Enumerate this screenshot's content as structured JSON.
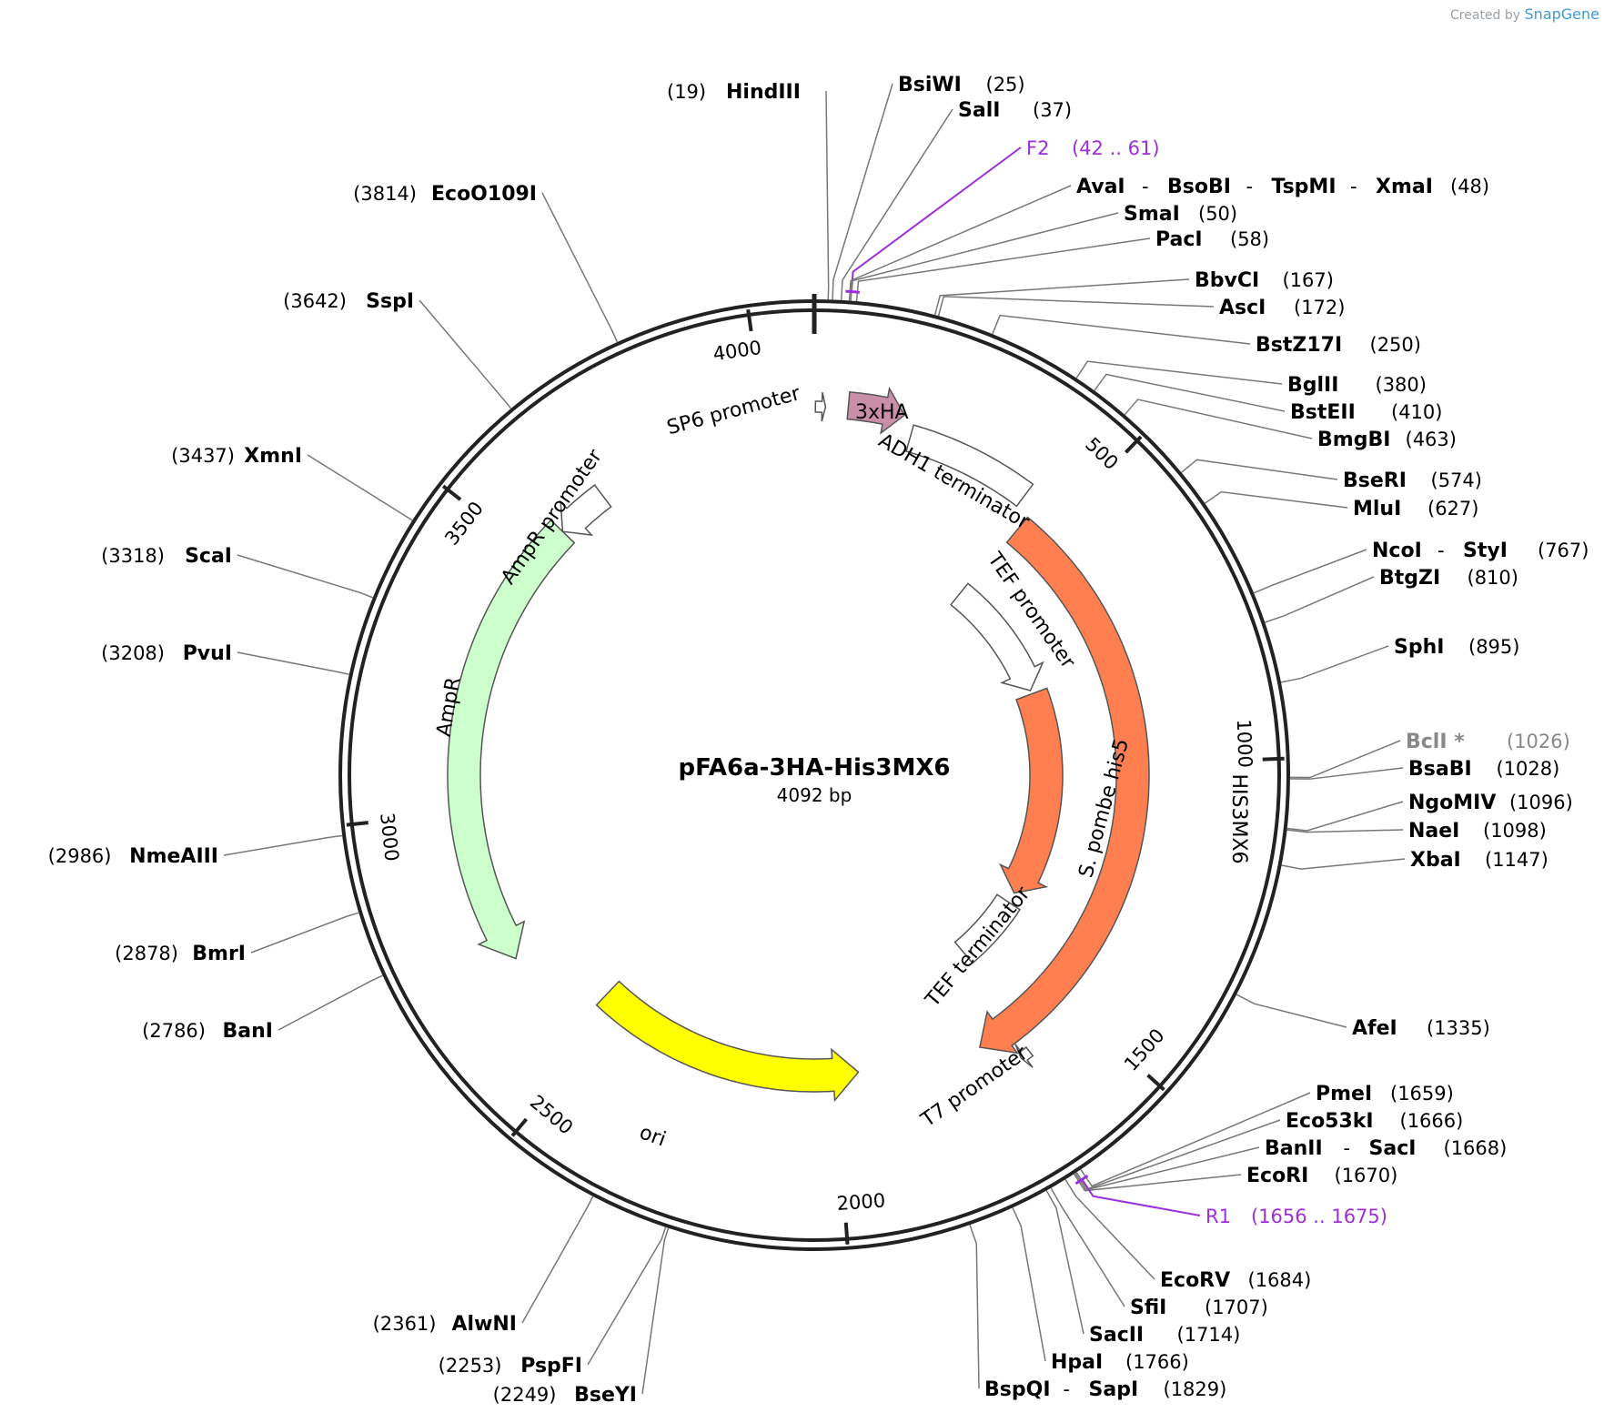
{
  "credit": {
    "prefix": "Created by",
    "brand": "SnapGene"
  },
  "plasmid": {
    "name": "pFA6a-3HA-His3MX6",
    "length_label": "4092 bp",
    "length": 4092
  },
  "colors": {
    "his3mx6": "#ff7f50",
    "his5": "#ff7f50",
    "ha": "#c98fa9",
    "ampr": "#ccffcc",
    "ori": "#ffff00",
    "primer": "#9b30d9",
    "outline": "#555555",
    "backbone": "#222222"
  },
  "ticks": [
    {
      "pos": 500,
      "label": "500"
    },
    {
      "pos": 1000,
      "label": "1000"
    },
    {
      "pos": 1500,
      "label": "1500"
    },
    {
      "pos": 2000,
      "label": "2000"
    },
    {
      "pos": 2500,
      "label": "2500"
    },
    {
      "pos": 3000,
      "label": "3000"
    },
    {
      "pos": 3500,
      "label": "3500"
    },
    {
      "pos": 4000,
      "label": "4000"
    }
  ],
  "features": [
    {
      "label": "SP6 promoter",
      "start": 2,
      "end": 20,
      "dir": 1,
      "color": "#ffffff",
      "r": 405,
      "w": 12
    },
    {
      "label": "3xHA",
      "start": 60,
      "end": 160,
      "dir": 1,
      "color": "#c98fa9",
      "r": 408,
      "w": 30
    },
    {
      "label": "ADH1 terminator",
      "start": 180,
      "end": 420,
      "dir": 0,
      "color": "#ffffff",
      "r": 385,
      "w": 30
    },
    {
      "label": "HIS3MX6",
      "start": 450,
      "end": 1690,
      "dir": 1,
      "color": "#ff7f50",
      "r": 350,
      "w": 36
    },
    {
      "label": "TEF promoter",
      "start": 440,
      "end": 780,
      "dir": 1,
      "color": "#ffffff",
      "r": 255,
      "w": 30
    },
    {
      "label": "S. pombe his5",
      "start": 790,
      "end": 1370,
      "dir": 1,
      "color": "#ff7f50",
      "r": 255,
      "w": 36
    },
    {
      "label": "TEF terminator",
      "start": 1400,
      "end": 1590,
      "dir": 0,
      "color": "#ffffff",
      "r": 255,
      "w": 30
    },
    {
      "label": "T7 promoter",
      "start": 1615,
      "end": 1635,
      "dir": 1,
      "color": "#ffffff",
      "r": 385,
      "w": 12
    },
    {
      "label": "ori",
      "start": 1950,
      "end": 2540,
      "dir": -1,
      "color": "#ffff00",
      "r": 330,
      "w": 36
    },
    {
      "label": "AmpR",
      "start": 2710,
      "end": 3570,
      "dir": -1,
      "color": "#ccffcc",
      "r": 385,
      "w": 36
    },
    {
      "label": "AmpR promoter",
      "start": 3570,
      "end": 3670,
      "dir": -1,
      "color": "#ffffff",
      "r": 385,
      "w": 30
    }
  ],
  "primers": [
    {
      "name": "F2",
      "range": "(42 .. 61)"
    },
    {
      "name": "R1",
      "range": "(1656 .. 1675)"
    }
  ],
  "right_labels": [
    {
      "names": [
        "BsiWI"
      ],
      "pos_text": "(25)",
      "pos": 25
    },
    {
      "names": [
        "SalI"
      ],
      "pos_text": "(37)",
      "pos": 37
    },
    {
      "names": [
        "F2"
      ],
      "pos_text": "(42 .. 61)",
      "pos": 50,
      "primer": true
    },
    {
      "names": [
        "AvaI",
        "BsoBI",
        "TspMI",
        "XmaI"
      ],
      "pos_text": "(48)",
      "pos": 48
    },
    {
      "names": [
        "SmaI"
      ],
      "pos_text": "(50)",
      "pos": 50
    },
    {
      "names": [
        "PacI"
      ],
      "pos_text": "(58)",
      "pos": 58
    },
    {
      "names": [
        "BbvCI"
      ],
      "pos_text": "(167)",
      "pos": 167
    },
    {
      "names": [
        "AscI"
      ],
      "pos_text": "(172)",
      "pos": 172
    },
    {
      "names": [
        "BstZ17I"
      ],
      "pos_text": "(250)",
      "pos": 250
    },
    {
      "names": [
        "BglII"
      ],
      "pos_text": "(380)",
      "pos": 380
    },
    {
      "names": [
        "BstEII"
      ],
      "pos_text": "(410)",
      "pos": 410
    },
    {
      "names": [
        "BmgBI"
      ],
      "pos_text": "(463)",
      "pos": 463
    },
    {
      "names": [
        "BseRI"
      ],
      "pos_text": "(574)",
      "pos": 574
    },
    {
      "names": [
        "MluI"
      ],
      "pos_text": "(627)",
      "pos": 627
    },
    {
      "names": [
        "NcoI",
        "StyI"
      ],
      "pos_text": "(767)",
      "pos": 767
    },
    {
      "names": [
        "BtgZI"
      ],
      "pos_text": "(810)",
      "pos": 810
    },
    {
      "names": [
        "SphI"
      ],
      "pos_text": "(895)",
      "pos": 895
    },
    {
      "names": [
        "BclI *"
      ],
      "pos_text": "(1026)",
      "pos": 1026,
      "gray": true
    },
    {
      "names": [
        "BsaBI"
      ],
      "pos_text": "(1028)",
      "pos": 1028
    },
    {
      "names": [
        "NgoMIV"
      ],
      "pos_text": "(1096)",
      "pos": 1096
    },
    {
      "names": [
        "NaeI"
      ],
      "pos_text": "(1098)",
      "pos": 1098
    },
    {
      "names": [
        "XbaI"
      ],
      "pos_text": "(1147)",
      "pos": 1147
    },
    {
      "names": [
        "AfeI"
      ],
      "pos_text": "(1335)",
      "pos": 1335
    },
    {
      "names": [
        "PmeI"
      ],
      "pos_text": "(1659)",
      "pos": 1659
    },
    {
      "names": [
        "Eco53kI"
      ],
      "pos_text": "(1666)",
      "pos": 1666
    },
    {
      "names": [
        "BanII",
        "SacI"
      ],
      "pos_text": "(1668)",
      "pos": 1668
    },
    {
      "names": [
        "EcoRI"
      ],
      "pos_text": "(1670)",
      "pos": 1670
    },
    {
      "names": [
        "R1"
      ],
      "pos_text": "(1656 .. 1675)",
      "pos": 1665,
      "primer": true
    },
    {
      "names": [
        "EcoRV"
      ],
      "pos_text": "(1684)",
      "pos": 1684
    },
    {
      "names": [
        "SfiI"
      ],
      "pos_text": "(1707)",
      "pos": 1707
    },
    {
      "names": [
        "SacII"
      ],
      "pos_text": "(1714)",
      "pos": 1714
    },
    {
      "names": [
        "HpaI"
      ],
      "pos_text": "(1766)",
      "pos": 1766
    },
    {
      "names": [
        "BspQI",
        "SapI"
      ],
      "pos_text": "(1829)",
      "pos": 1829
    }
  ],
  "left_labels": [
    {
      "names": [
        "HindIII"
      ],
      "pos_text": "(19)",
      "pos": 19
    },
    {
      "names": [
        "EcoO109I"
      ],
      "pos_text": "(3814)",
      "pos": 3814
    },
    {
      "names": [
        "SspI"
      ],
      "pos_text": "(3642)",
      "pos": 3642
    },
    {
      "names": [
        "XmnI"
      ],
      "pos_text": "(3437)",
      "pos": 3437
    },
    {
      "names": [
        "ScaI"
      ],
      "pos_text": "(3318)",
      "pos": 3318
    },
    {
      "names": [
        "PvuI"
      ],
      "pos_text": "(3208)",
      "pos": 3208
    },
    {
      "names": [
        "NmeAIII"
      ],
      "pos_text": "(2986)",
      "pos": 2986
    },
    {
      "names": [
        "BmrI"
      ],
      "pos_text": "(2878)",
      "pos": 2878
    },
    {
      "names": [
        "BanI"
      ],
      "pos_text": "(2786)",
      "pos": 2786
    },
    {
      "names": [
        "AlwNI"
      ],
      "pos_text": "(2361)",
      "pos": 2361
    },
    {
      "names": [
        "PspFI"
      ],
      "pos_text": "(2253)",
      "pos": 2253
    },
    {
      "names": [
        "BseYI"
      ],
      "pos_text": "(2249)",
      "pos": 2249
    }
  ]
}
